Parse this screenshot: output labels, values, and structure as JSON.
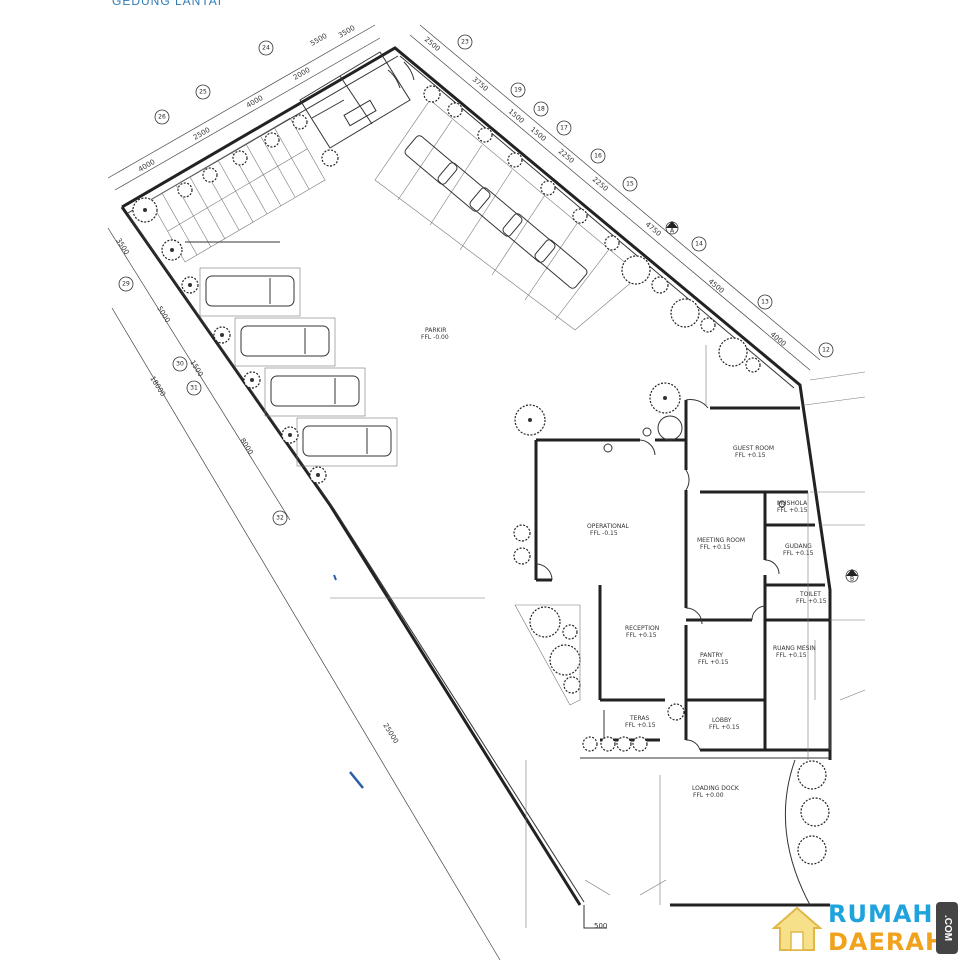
{
  "caption": "GEDUNG LANTAI",
  "rooms": [
    {
      "id": "parkir",
      "name": "PARKIR",
      "level": "FFL -0.00"
    },
    {
      "id": "operational",
      "name": "OPERATIONAL",
      "level": "FFL -0.15"
    },
    {
      "id": "meeting",
      "name": "MEETING ROOM",
      "level": "FFL +0.15"
    },
    {
      "id": "guest",
      "name": "GUEST ROOM",
      "level": "FFL +0.15"
    },
    {
      "id": "mushola",
      "name": "MUSHOLA",
      "level": "FFL +0.15"
    },
    {
      "id": "gudang",
      "name": "GUDANG",
      "level": "FFL +0.15"
    },
    {
      "id": "toilet",
      "name": "TOILET",
      "level": "FFL +0.15"
    },
    {
      "id": "reception",
      "name": "RECEPTION",
      "level": "FFL +0.15"
    },
    {
      "id": "pantry",
      "name": "PANTRY",
      "level": "FFL +0.15"
    },
    {
      "id": "ruang-mesin",
      "name": "RUANG MESIN",
      "level": "FFL +0.15"
    },
    {
      "id": "lobby",
      "name": "LOBBY",
      "level": "FFL +0.15"
    },
    {
      "id": "teras",
      "name": "TERAS",
      "level": "FFL +0.15"
    },
    {
      "id": "loading-dock",
      "name": "LOADING DOCK",
      "level": "FFL +0.00"
    }
  ],
  "dimensions": {
    "top": [
      "4000",
      "2500",
      "4000",
      "2000",
      "5500",
      "3500"
    ],
    "right": [
      "2500",
      "3750",
      "1500",
      "1500",
      "2250",
      "2250",
      "4750",
      "4500",
      "4000"
    ],
    "left": [
      "3500",
      "5000",
      "1500",
      "8000"
    ],
    "left_total": "18000",
    "bottom_total": "25000",
    "bottom_small": "500"
  },
  "grid_bubbles": {
    "top": [
      "26",
      "25",
      "24",
      "23"
    ],
    "right": [
      "19",
      "18",
      "17",
      "16",
      "15",
      "14",
      "13",
      "12"
    ],
    "left": [
      "29",
      "30",
      "31",
      "32"
    ]
  },
  "section_marks": [
    "A",
    "B"
  ],
  "watermark": {
    "line1": "RUMAH",
    "line2": "DAERAH",
    "suffix": ".COM"
  }
}
